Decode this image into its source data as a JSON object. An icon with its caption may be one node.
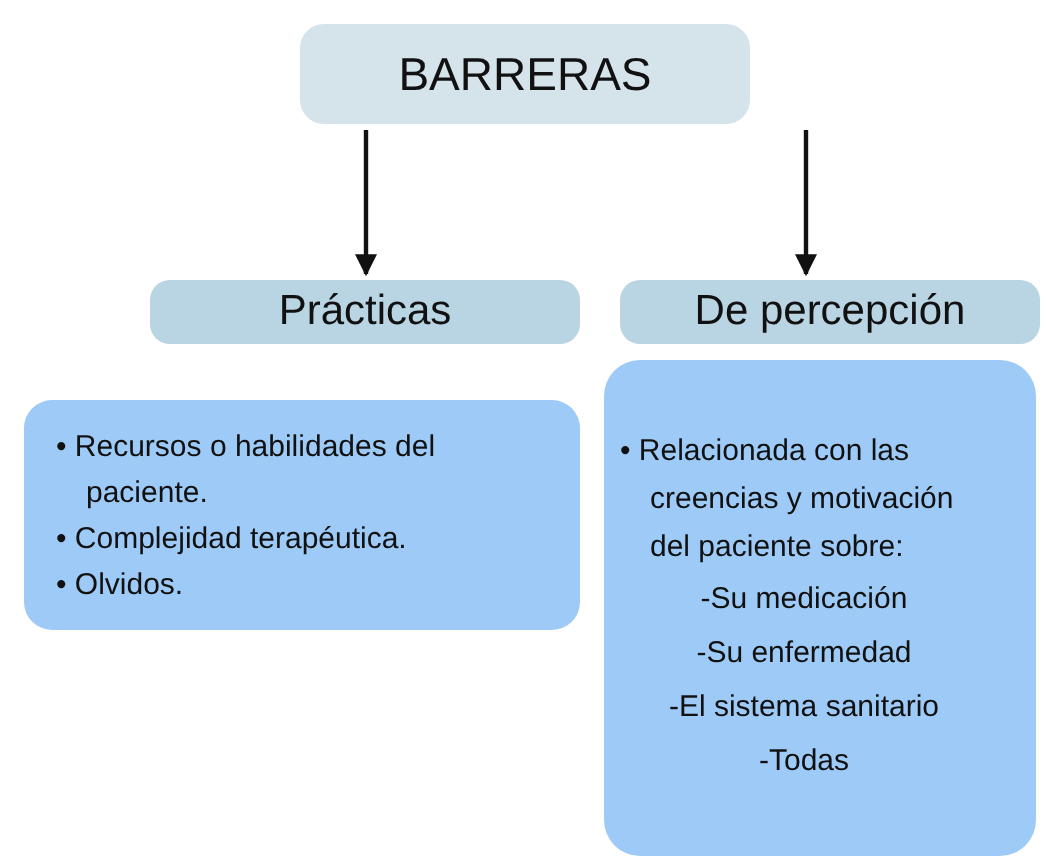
{
  "diagram": {
    "nodes": [
      {
        "text": [
          "BARRERAS"
        ]
      },
      {
        "text": [
          "Prácticas"
        ]
      },
      {
        "text": [
          "De percepción"
        ]
      },
      {
        "text": [
          "• Recursos o habilidades del paciente.",
          "• Complejidad terapéutica.",
          "• Olvidos."
        ]
      },
      {
        "text": [
          "• Relacionada con las creencias y motivación del paciente sobre:",
          "-Su medicación",
          "-Su enfermedad",
          "-El sistema sanitario",
          "-Todas"
        ]
      }
    ],
    "edges": [
      {
        "from": 0,
        "to": 1,
        "arrow": "to"
      },
      {
        "from": 0,
        "to": 2,
        "arrow": "to"
      }
    ]
  }
}
